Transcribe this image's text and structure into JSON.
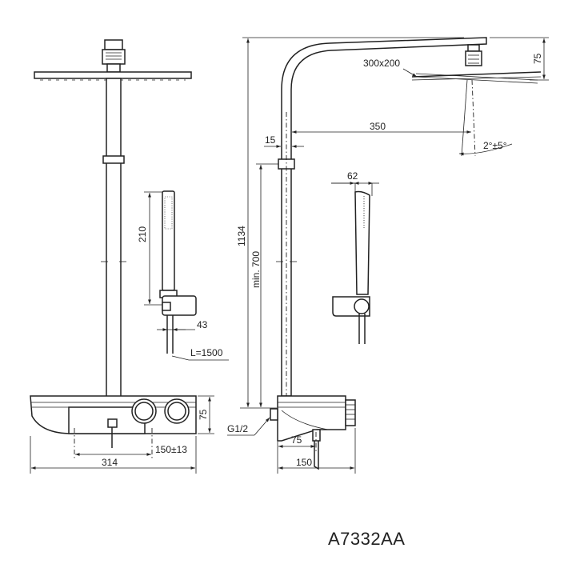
{
  "model_code": "A7332AA",
  "dimensions": {
    "head_height": "75",
    "head_size": "300x200",
    "arm_reach": "350",
    "pipe_offset": "15",
    "tilt_angle": "2°±5°",
    "total_height": "1134",
    "min_height": "min. 700",
    "handshower_width": "62",
    "handshower_length": "210",
    "holder_offset": "43",
    "hose_length": "L=1500",
    "thermostat_height": "75",
    "thermostat_width": "314",
    "inlet_spacing": "150±13",
    "inlet_thread": "G1/2",
    "side_depth_75": "75",
    "side_depth_150": "150"
  }
}
